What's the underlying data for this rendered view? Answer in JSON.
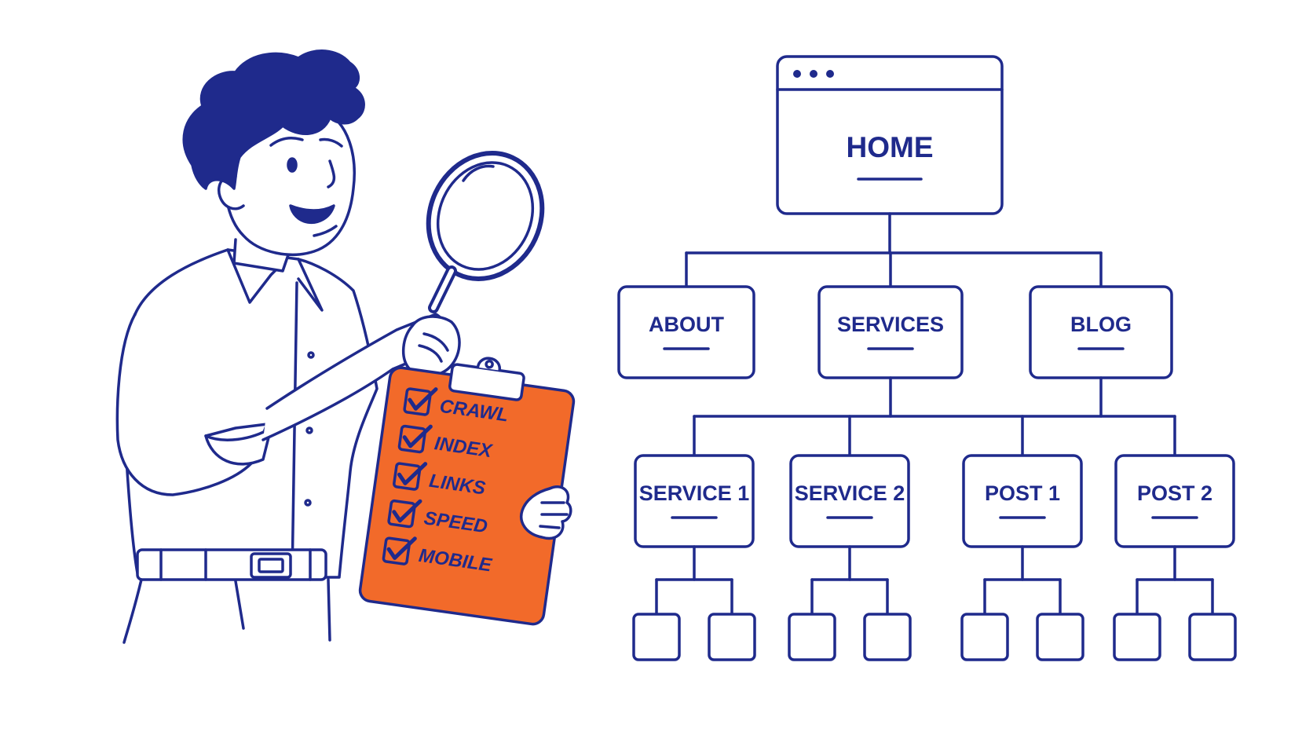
{
  "colors": {
    "ink": "#1f2a8c",
    "accent": "#f26a2a",
    "background": "#ffffff"
  },
  "sitemap": {
    "home": "HOME",
    "sections": [
      {
        "label": "ABOUT",
        "children": []
      },
      {
        "label": "SERVICES",
        "children": [
          "SERVICE 1",
          "SERVICE 2"
        ]
      },
      {
        "label": "BLOG",
        "children": [
          "POST 1",
          "POST 2"
        ]
      }
    ],
    "leaf_boxes_per_page": 2
  },
  "clipboard": {
    "items": [
      "CRAWL",
      "INDEX",
      "LINKS",
      "SPEED",
      "MOBILE"
    ]
  },
  "icons": [
    "magnifying-glass-icon",
    "checkbox-checked-icon",
    "browser-window-dots-icon"
  ]
}
